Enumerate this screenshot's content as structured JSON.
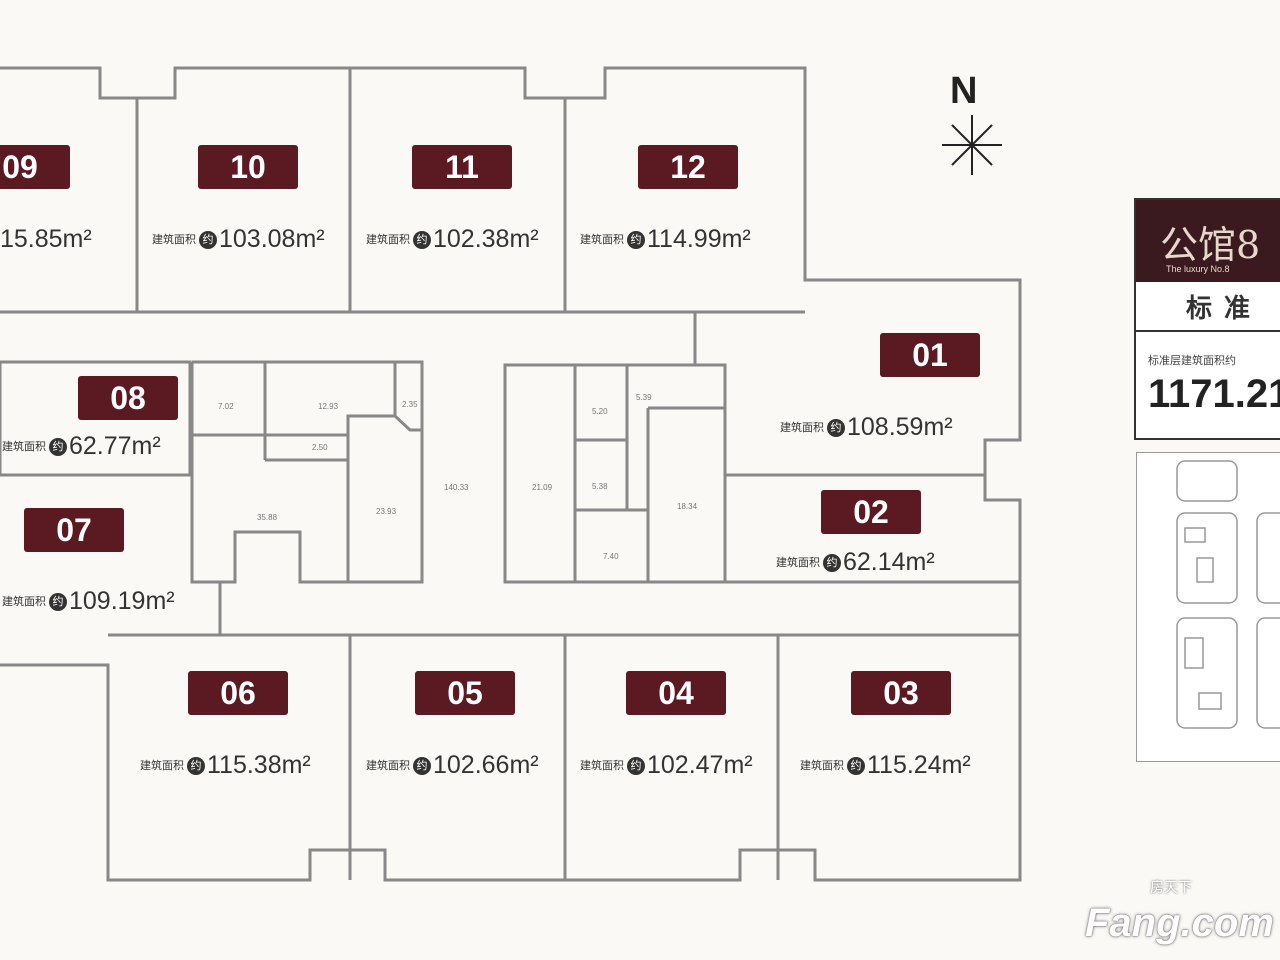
{
  "compass": {
    "label": "N"
  },
  "units": [
    {
      "no": "09",
      "area": "15.85m²"
    },
    {
      "no": "10",
      "area": "103.08m²"
    },
    {
      "no": "11",
      "area": "102.38m²"
    },
    {
      "no": "12",
      "area": "114.99m²"
    },
    {
      "no": "01",
      "area": "108.59m²"
    },
    {
      "no": "02",
      "area": "62.14m²"
    },
    {
      "no": "08",
      "area": "62.77m²"
    },
    {
      "no": "07",
      "area": "109.19m²"
    },
    {
      "no": "06",
      "area": "115.38m²"
    },
    {
      "no": "05",
      "area": "102.66m²"
    },
    {
      "no": "04",
      "area": "102.47m²"
    },
    {
      "no": "03",
      "area": "115.24m²"
    }
  ],
  "area_label": "建筑面积",
  "area_icon": "约",
  "rooms": [
    "7.02",
    "12.93",
    "2.35",
    "2.50",
    "35.88",
    "23.93",
    "140.33",
    "21.09",
    "5.20",
    "5.39",
    "5.38",
    "7.40",
    "18.34"
  ],
  "panel": {
    "title": "公馆8",
    "subtitle": "The luxury No.8",
    "standard": "标准",
    "area_label": "标准层建筑面积约",
    "area_value": "1171.21"
  },
  "watermark": {
    "brand": "Fang.com",
    "cn": "房天下"
  }
}
